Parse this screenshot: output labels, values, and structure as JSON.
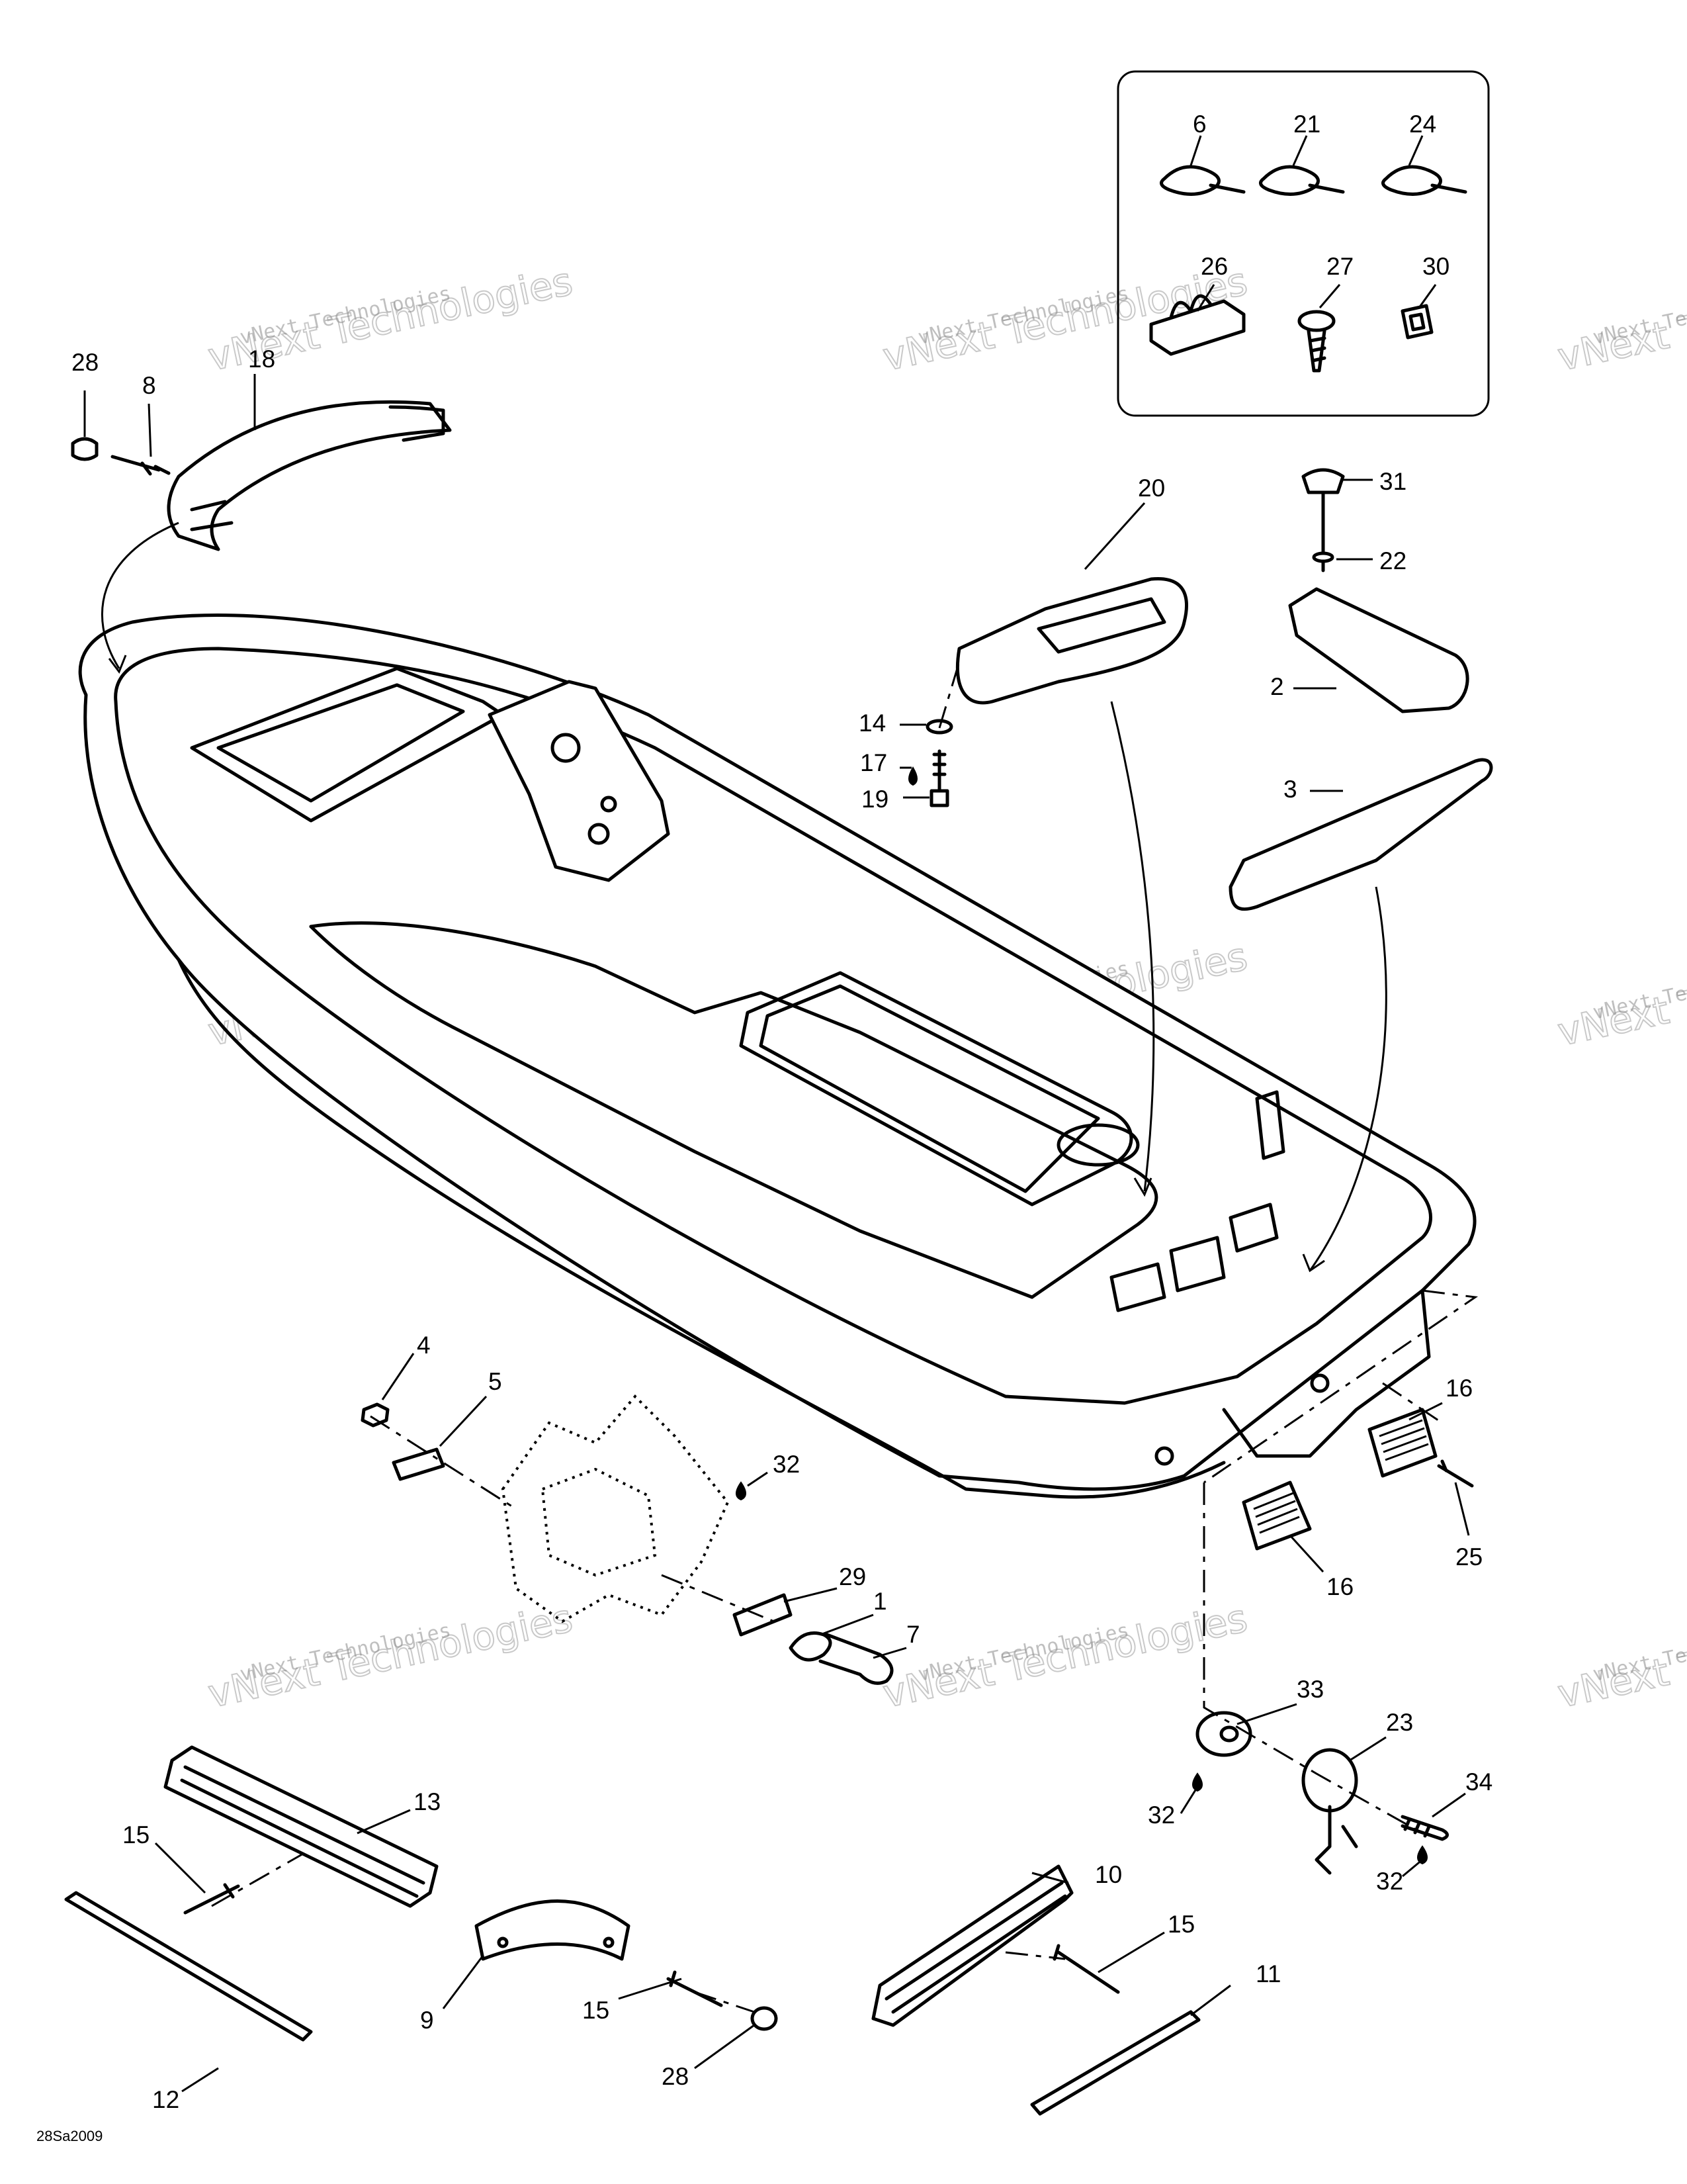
{
  "diagram": {
    "drawing_code": "28Sa2009",
    "watermark": {
      "line1": "vNext Technologies",
      "line2": "vNext Technologies"
    },
    "callouts": [
      {
        "id": "c6",
        "label": "6"
      },
      {
        "id": "c21",
        "label": "21"
      },
      {
        "id": "c24",
        "label": "24"
      },
      {
        "id": "c26",
        "label": "26"
      },
      {
        "id": "c27",
        "label": "27"
      },
      {
        "id": "c30",
        "label": "30"
      },
      {
        "id": "c28a",
        "label": "28"
      },
      {
        "id": "c8",
        "label": "8"
      },
      {
        "id": "c18",
        "label": "18"
      },
      {
        "id": "c20",
        "label": "20"
      },
      {
        "id": "c31",
        "label": "31"
      },
      {
        "id": "c22",
        "label": "22"
      },
      {
        "id": "c2",
        "label": "2"
      },
      {
        "id": "c14",
        "label": "14"
      },
      {
        "id": "c17",
        "label": "17"
      },
      {
        "id": "c19",
        "label": "19"
      },
      {
        "id": "c3",
        "label": "3"
      },
      {
        "id": "c4",
        "label": "4"
      },
      {
        "id": "c5",
        "label": "5"
      },
      {
        "id": "c32a",
        "label": "32"
      },
      {
        "id": "c16a",
        "label": "16"
      },
      {
        "id": "c25",
        "label": "25"
      },
      {
        "id": "c16b",
        "label": "16"
      },
      {
        "id": "c29",
        "label": "29"
      },
      {
        "id": "c1",
        "label": "1"
      },
      {
        "id": "c7",
        "label": "7"
      },
      {
        "id": "c33",
        "label": "33"
      },
      {
        "id": "c23",
        "label": "23"
      },
      {
        "id": "c34",
        "label": "34"
      },
      {
        "id": "c32b",
        "label": "32"
      },
      {
        "id": "c32c",
        "label": "32"
      },
      {
        "id": "c13",
        "label": "13"
      },
      {
        "id": "c15a",
        "label": "15"
      },
      {
        "id": "c12",
        "label": "12"
      },
      {
        "id": "c9",
        "label": "9"
      },
      {
        "id": "c15b",
        "label": "15"
      },
      {
        "id": "c28b",
        "label": "28"
      },
      {
        "id": "c10",
        "label": "10"
      },
      {
        "id": "c15c",
        "label": "15"
      },
      {
        "id": "c11",
        "label": "11"
      }
    ]
  }
}
